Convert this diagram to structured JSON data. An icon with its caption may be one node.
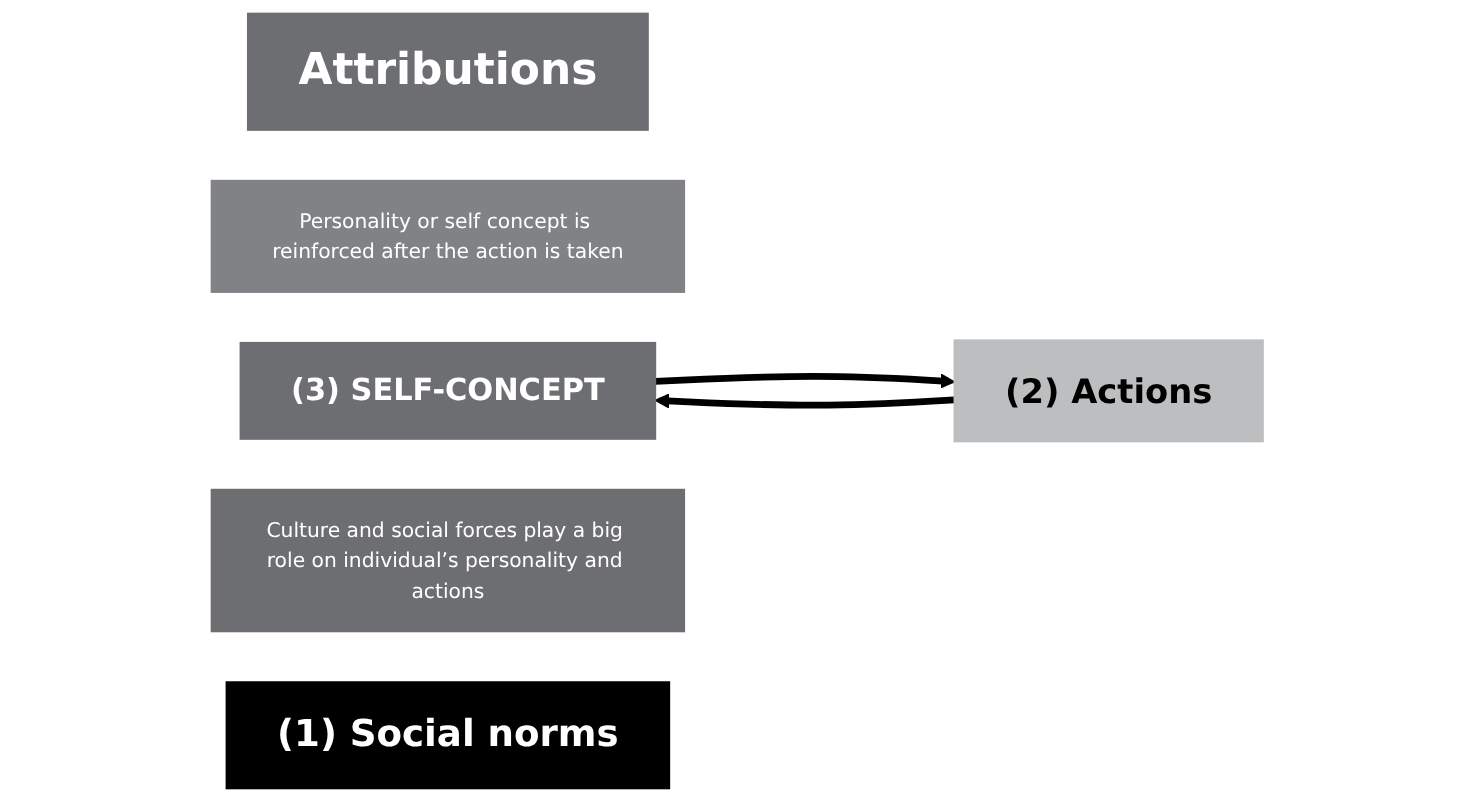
{
  "diagram": {
    "nodes": [
      {
        "text": [
          "Attributions"
        ]
      },
      {
        "text": [
          "Personality or self concept is reinforced after the action is taken"
        ]
      },
      {
        "text": [
          "(3) SELF-CONCEPT"
        ]
      },
      {
        "text": [
          "(2) Actions"
        ]
      },
      {
        "text": [
          "Culture and social forces play a big role on individual’s personality and actions"
        ]
      },
      {
        "text": [
          "(1) Social norms"
        ]
      }
    ],
    "edges": [
      {
        "from": 3,
        "to": 2,
        "arrow": "to"
      },
      {
        "from": 2,
        "to": 3,
        "arrow": "to"
      }
    ]
  }
}
